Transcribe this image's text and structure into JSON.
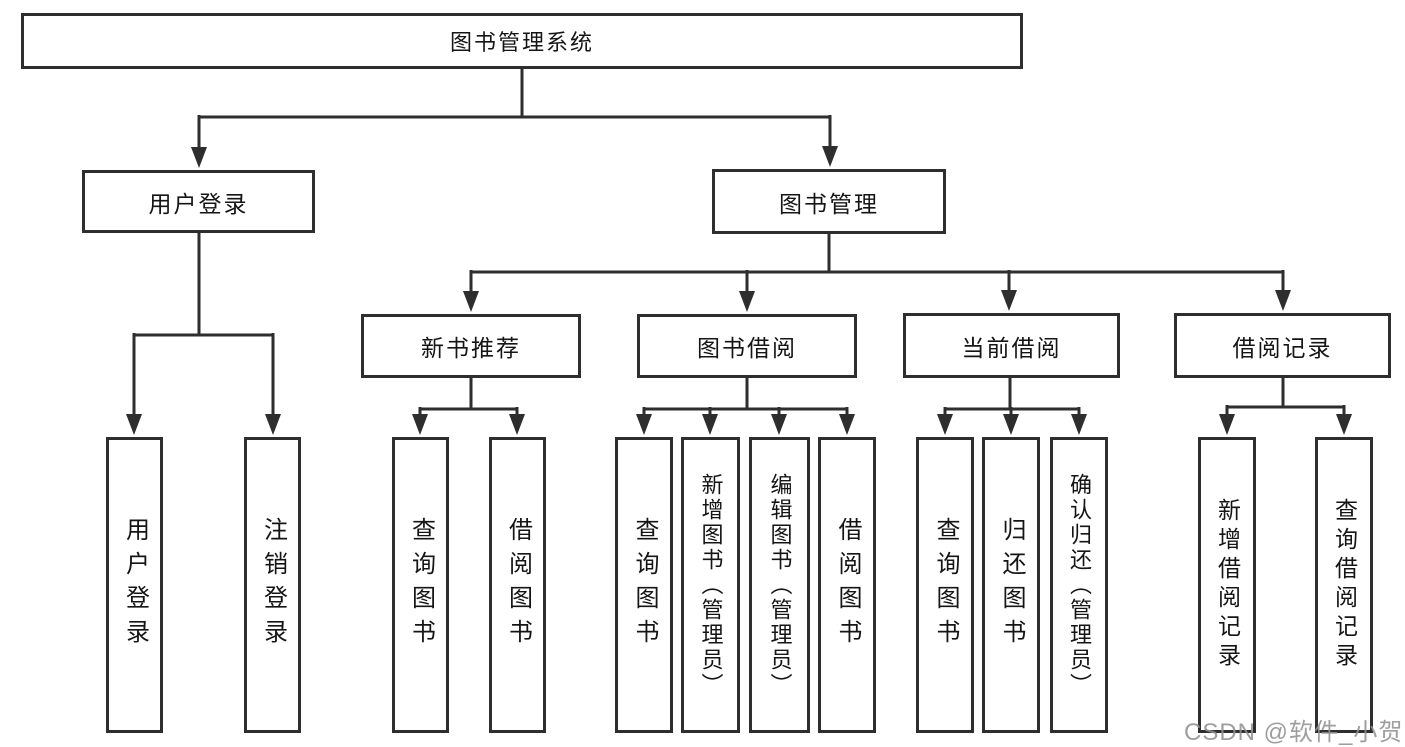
{
  "nodes": {
    "root": "图书管理系统",
    "user_login": "用户登录",
    "book_mgmt": "图书管理",
    "new_book_rec": "新书推荐",
    "book_borrow": "图书借阅",
    "current_borrow": "当前借阅",
    "borrow_records": "借阅记录",
    "leaf_user_login": "用户登录",
    "leaf_logout": "注销登录",
    "leaf_rec_query": "查询图书",
    "leaf_rec_borrow": "借阅图书",
    "leaf_bb_query": "查询图书",
    "leaf_bb_add": "新增图书（管理员）",
    "leaf_bb_edit": "编辑图书（管理员）",
    "leaf_bb_borrow": "借阅图书",
    "leaf_cb_query": "查询图书",
    "leaf_cb_return": "归还图书",
    "leaf_cb_confirm": "确认归还（管理员）",
    "leaf_br_add": "新增借阅记录",
    "leaf_br_query": "查询借阅记录"
  },
  "watermark": "CSDN @软件_小贺同学",
  "colors": {
    "line": "#2e2e2e",
    "text": "#151515",
    "watermark_gray": "#919191",
    "background": "#ffffff"
  }
}
